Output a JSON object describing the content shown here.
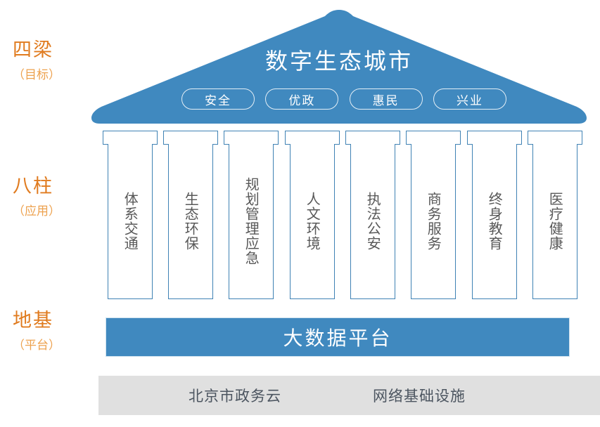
{
  "colors": {
    "brand_blue": "#4089bf",
    "pillar_stroke": "#3f82b4",
    "accent_orange": "#e07b1f",
    "accent_orange_light": "#eda24f",
    "footer_gray": "#e0e0e0",
    "pillar_text": "#585858",
    "footer_text": "#4c5560"
  },
  "tiers": [
    {
      "name": "四梁",
      "sub": "（目标）"
    },
    {
      "name": "八柱",
      "sub": "（应用）"
    },
    {
      "name": "地基",
      "sub": "（平台）"
    }
  ],
  "roof": {
    "title": "数字生态城市",
    "pills": [
      {
        "label": "安全"
      },
      {
        "label": "优政"
      },
      {
        "label": "惠民"
      },
      {
        "label": "兴业"
      }
    ]
  },
  "pillars": [
    {
      "label": "体系交通"
    },
    {
      "label": "生态环保"
    },
    {
      "label": "规划管理应急"
    },
    {
      "label": "人文环境"
    },
    {
      "label": "执法公安"
    },
    {
      "label": "商务服务"
    },
    {
      "label": "终身教育"
    },
    {
      "label": "医疗健康"
    }
  ],
  "platform": {
    "label": "大数据平台"
  },
  "footer": {
    "items": [
      {
        "label": "北京市政务云"
      },
      {
        "label": "网络基础设施"
      }
    ]
  }
}
